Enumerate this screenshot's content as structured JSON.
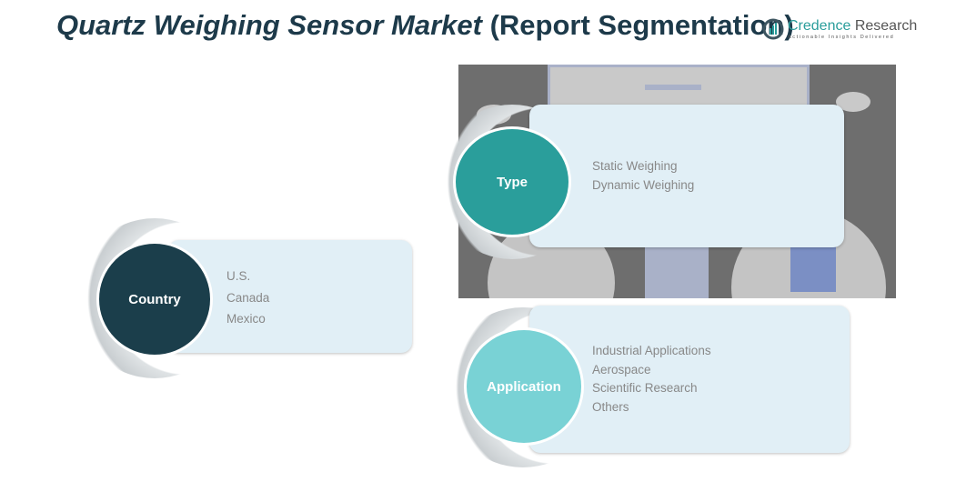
{
  "title": {
    "main": "Quartz Weighing Sensor Market",
    "sub": "(Report Segmentation)"
  },
  "logo": {
    "name_a": "Credence",
    "name_b": "Research",
    "tagline": "Actionable Insights Delivered"
  },
  "segments": [
    {
      "label": "Country",
      "items": [
        "U.S.",
        "Canada",
        "Mexico"
      ],
      "color": "#1b3e4b"
    },
    {
      "label": "Type",
      "items": [
        "Static Weighing",
        "Dynamic Weighing"
      ],
      "color": "#2a9e9b"
    },
    {
      "label": "Application",
      "items": [
        "Industrial Applications",
        "Aerospace",
        "Scientific Research",
        "Others"
      ],
      "color": "#79d2d5"
    }
  ]
}
